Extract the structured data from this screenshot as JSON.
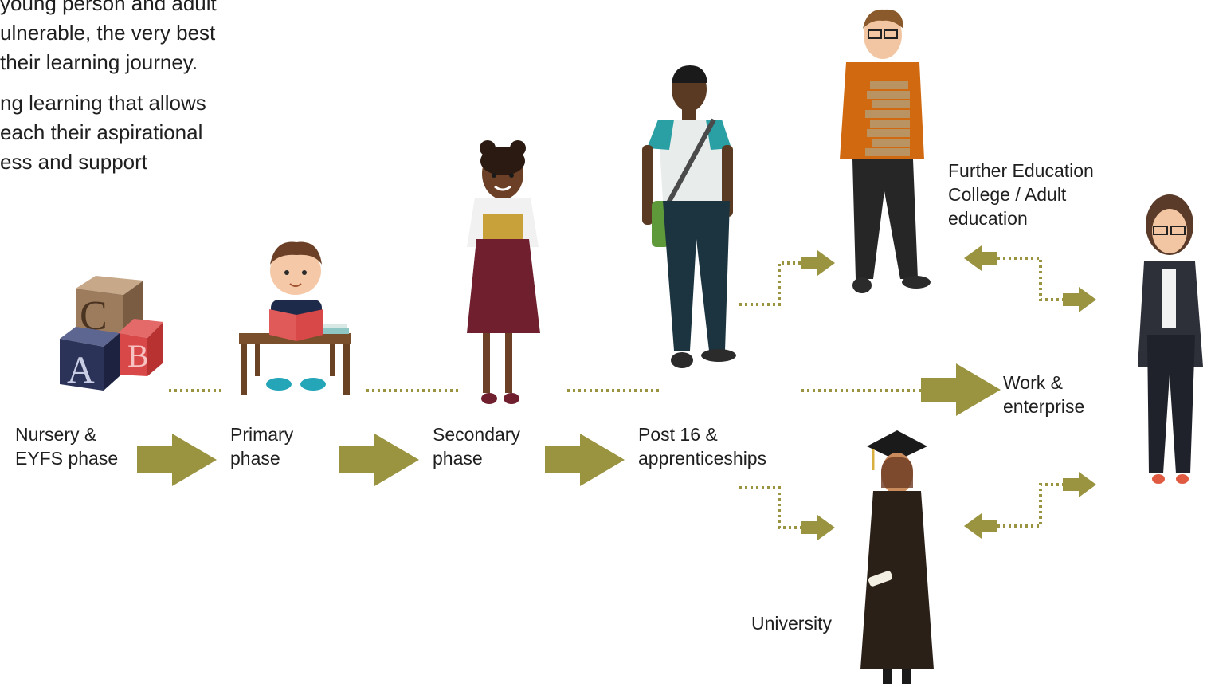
{
  "intro": {
    "paragraph1": [
      "young person and adult",
      "ulnerable, the very best",
      "their learning journey."
    ],
    "paragraph2": [
      "ng learning that allows",
      "each their aspirational",
      "ess and support"
    ]
  },
  "stages": [
    {
      "id": "nursery",
      "lines": [
        "Nursery &",
        "EYFS phase"
      ]
    },
    {
      "id": "primary",
      "lines": [
        "Primary",
        "phase"
      ]
    },
    {
      "id": "secondary",
      "lines": [
        "Secondary",
        "phase"
      ]
    },
    {
      "id": "post16",
      "lines": [
        "Post 16 &",
        "apprenticeships"
      ]
    }
  ],
  "destinations": {
    "further_education": [
      "Further Education",
      "College / Adult",
      "education"
    ],
    "work": [
      "Work &",
      "enterprise"
    ],
    "university": [
      "University"
    ]
  },
  "blocks": {
    "top": "C",
    "front": "A",
    "side": "B"
  },
  "colors": {
    "arrow": "#9a9441",
    "text": "#1f1f1f"
  }
}
